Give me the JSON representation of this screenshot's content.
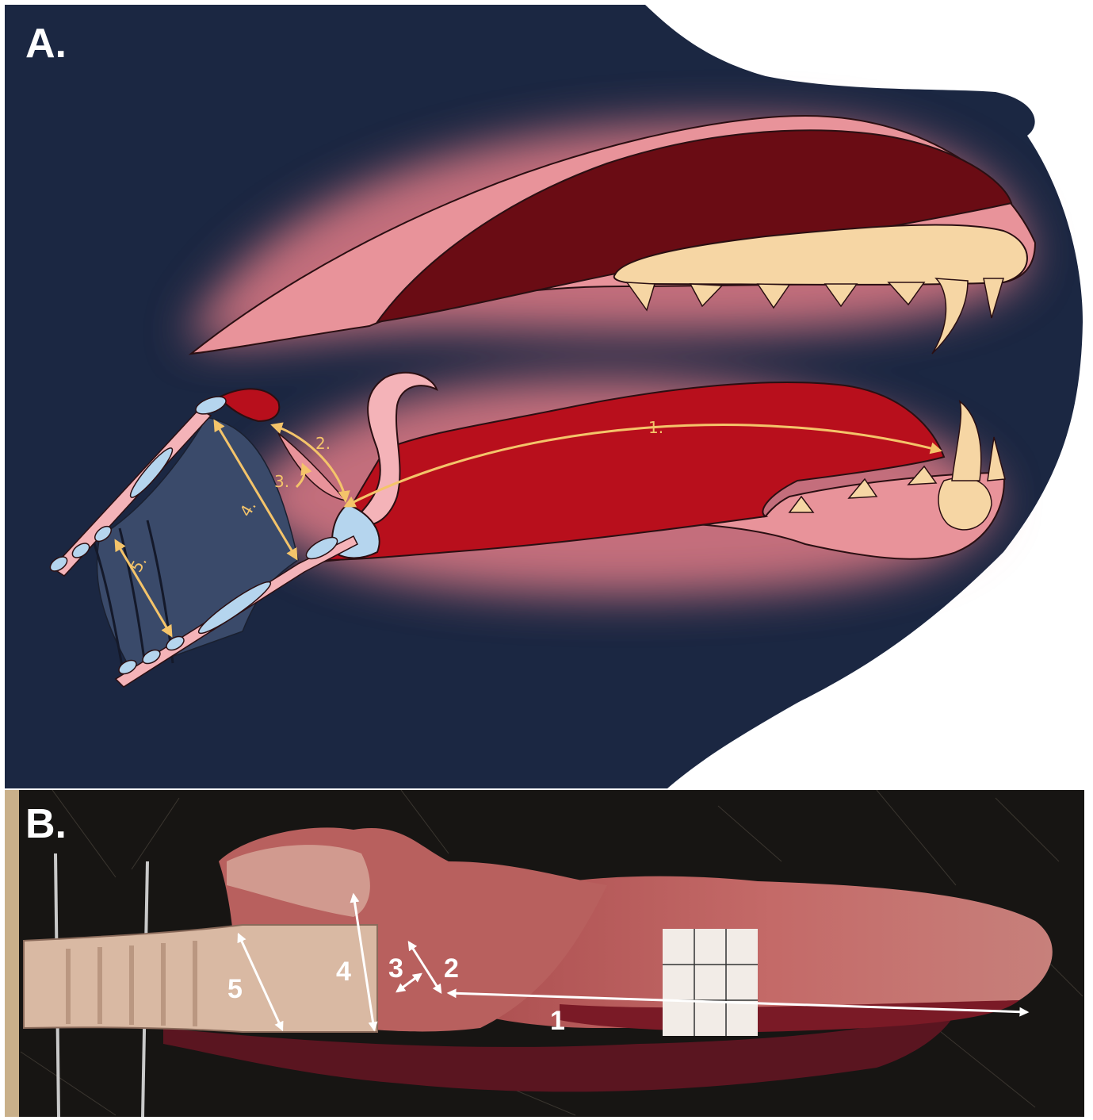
{
  "panel_a": {
    "label": "A.",
    "measurements": [
      {
        "id": "1",
        "text": "1."
      },
      {
        "id": "2",
        "text": "2."
      },
      {
        "id": "3",
        "text": "3."
      },
      {
        "id": "4",
        "text": "4."
      },
      {
        "id": "5",
        "text": "5."
      }
    ],
    "colors": {
      "background": "#1b2742",
      "tissue_pink": "#e0848c",
      "muscle_red": "#9e0f1a",
      "dark_muscle": "#6a0c14",
      "bone_cream": "#f6d6a4",
      "cartilage_blue": "#b5d5ee",
      "arrow_gold": "#f4c46a"
    }
  },
  "panel_b": {
    "label": "B.",
    "measurements": [
      {
        "id": "1",
        "text": "1"
      },
      {
        "id": "2",
        "text": "2"
      },
      {
        "id": "3",
        "text": "3"
      },
      {
        "id": "4",
        "text": "4"
      },
      {
        "id": "5",
        "text": "5"
      }
    ],
    "colors": {
      "board": "#171513",
      "tissue": "#b8605e",
      "trachea": "#d9b9a3",
      "arrow_white": "#ffffff"
    }
  }
}
